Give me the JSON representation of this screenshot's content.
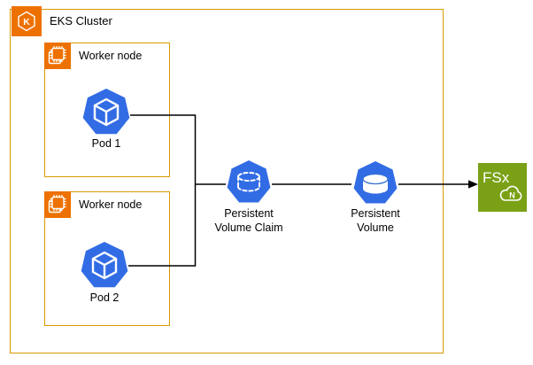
{
  "diagram": {
    "type": "architecture-diagram",
    "colors": {
      "container_border_orange": "#D79B00",
      "aws_icon_orange": "#ED7100",
      "kubernetes_blue": "#326CE5",
      "fsx_green": "#7AA116",
      "connector_black": "#000000",
      "background": "#FFFFFF",
      "text": "#000000"
    },
    "cluster": {
      "label": "EKS Cluster",
      "icon": "eks-kubernetes-icon",
      "icon_letter": "K"
    },
    "worker_nodes": [
      {
        "label": "Worker node",
        "icon": "cpu-chip-icon"
      },
      {
        "label": "Worker node",
        "icon": "cpu-chip-icon"
      }
    ],
    "pods": [
      {
        "label": "Pod 1",
        "icon": "kubernetes-pod-icon"
      },
      {
        "label": "Pod 2",
        "icon": "kubernetes-pod-icon"
      }
    ],
    "persistent_volume_claim": {
      "label_line1": "Persistent",
      "label_line2": "Volume Claim",
      "icon": "kubernetes-pvc-icon"
    },
    "persistent_volume": {
      "label_line1": "Persistent",
      "label_line2": "Volume",
      "icon": "kubernetes-pv-icon"
    },
    "fsx": {
      "label": "FSx",
      "badge": "N",
      "icon": "amazon-fsx-netapp-ontap-icon"
    },
    "connections": [
      "Pod 1 -> Persistent Volume Claim",
      "Pod 2 -> Persistent Volume Claim",
      "Persistent Volume Claim -> Persistent Volume",
      "Persistent Volume -> FSx (arrow)"
    ]
  }
}
